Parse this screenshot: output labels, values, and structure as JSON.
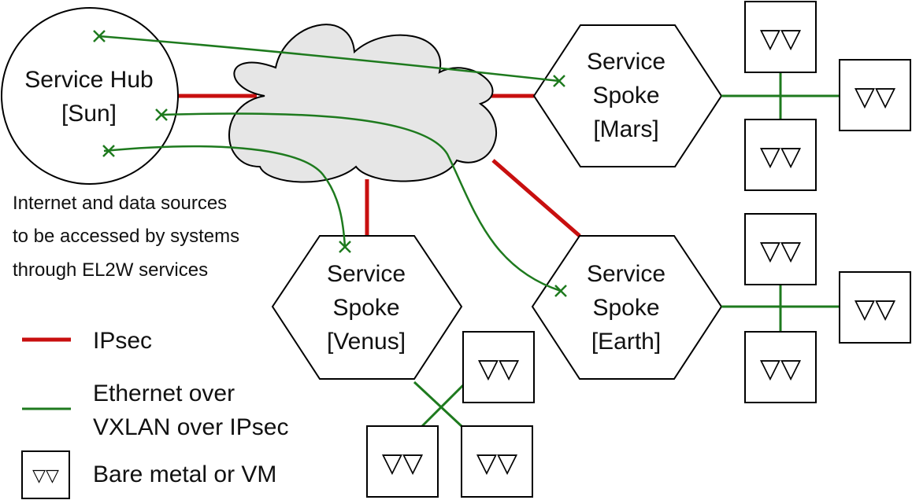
{
  "hub": {
    "line1": "Service Hub",
    "line2": "[Sun]"
  },
  "spokes": {
    "mars": {
      "line1": "Service",
      "line2": "Spoke",
      "line3": "[Mars]"
    },
    "venus": {
      "line1": "Service",
      "line2": "Spoke",
      "line3": "[Venus]"
    },
    "earth": {
      "line1": "Service",
      "line2": "Spoke",
      "line3": "[Earth]"
    }
  },
  "note": {
    "line1": "Internet and data sources",
    "line2": "to be accessed by systems",
    "line3": "through EL2W services"
  },
  "legend": {
    "ipsec": "IPsec",
    "ethernet_line1": "Ethernet over",
    "ethernet_line2": "VXLAN over IPsec",
    "machine": "Bare metal or VM"
  },
  "machine_glyph": "▽▽",
  "colors": {
    "ipsec": "#c80f0f",
    "ethernet": "#1e7a1e",
    "cloud_fill": "#e6e6e6",
    "stroke": "#000000"
  }
}
